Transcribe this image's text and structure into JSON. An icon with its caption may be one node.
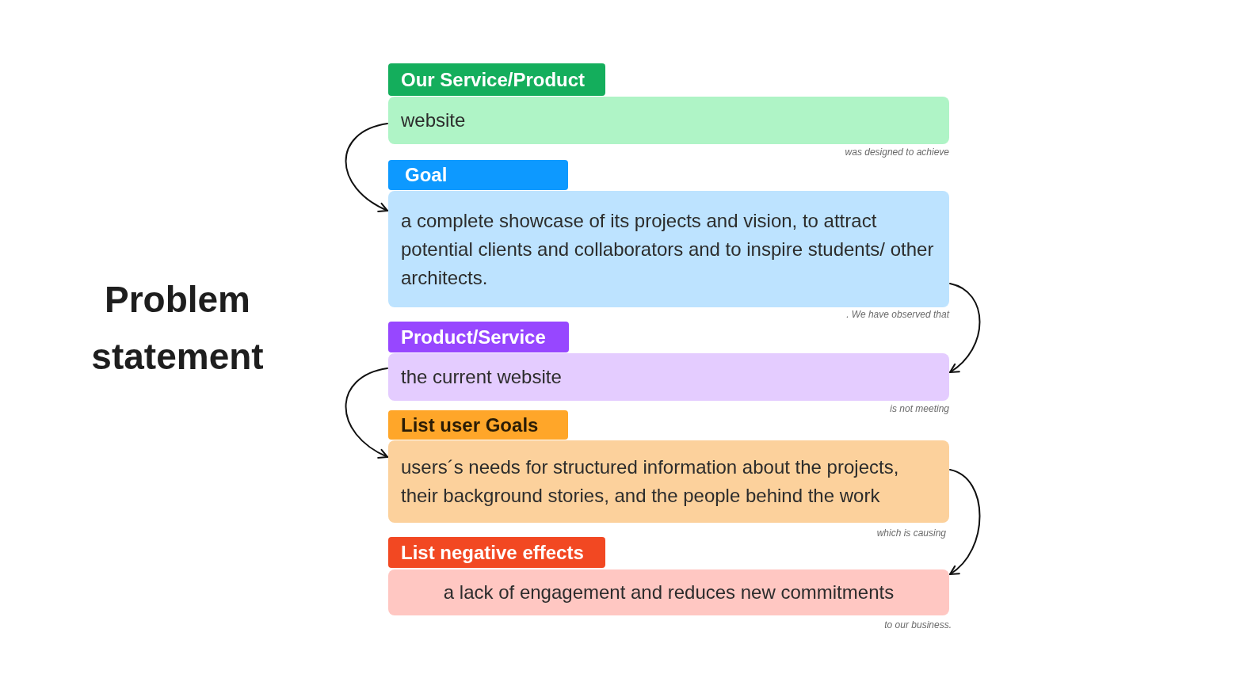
{
  "diagram": {
    "title": "Problem statement",
    "nodes": [
      {
        "text": [
          "Our Service/Product"
        ]
      },
      {
        "text": [
          "website"
        ],
        "beside": [
          "was designed to achieve"
        ]
      },
      {
        "text": [
          "Goal"
        ]
      },
      {
        "text": [
          "a complete showcase of its projects and vision, to attract potential clients and collaborators and to inspire students/ other architects."
        ],
        "beside": [
          ". We have observed that"
        ]
      },
      {
        "text": [
          "Product/Service"
        ]
      },
      {
        "text": [
          "the current website"
        ],
        "beside": [
          "is not meeting"
        ]
      },
      {
        "text": [
          "List user Goals"
        ]
      },
      {
        "text": [
          "users´s needs for structured information about the projects, their background stories, and the people behind the work"
        ],
        "beside": [
          "which is causing"
        ]
      },
      {
        "text": [
          "List negative effects"
        ]
      },
      {
        "text": [
          "a lack of engagement and reduces new commitments"
        ],
        "beside": [
          "to our business."
        ]
      }
    ],
    "edges": [
      {
        "from": 1,
        "to": 3,
        "arrow": "to"
      },
      {
        "from": 3,
        "to": 5,
        "arrow": "to"
      },
      {
        "from": 5,
        "to": 7,
        "arrow": "to"
      },
      {
        "from": 7,
        "to": 9,
        "arrow": "to"
      }
    ]
  }
}
